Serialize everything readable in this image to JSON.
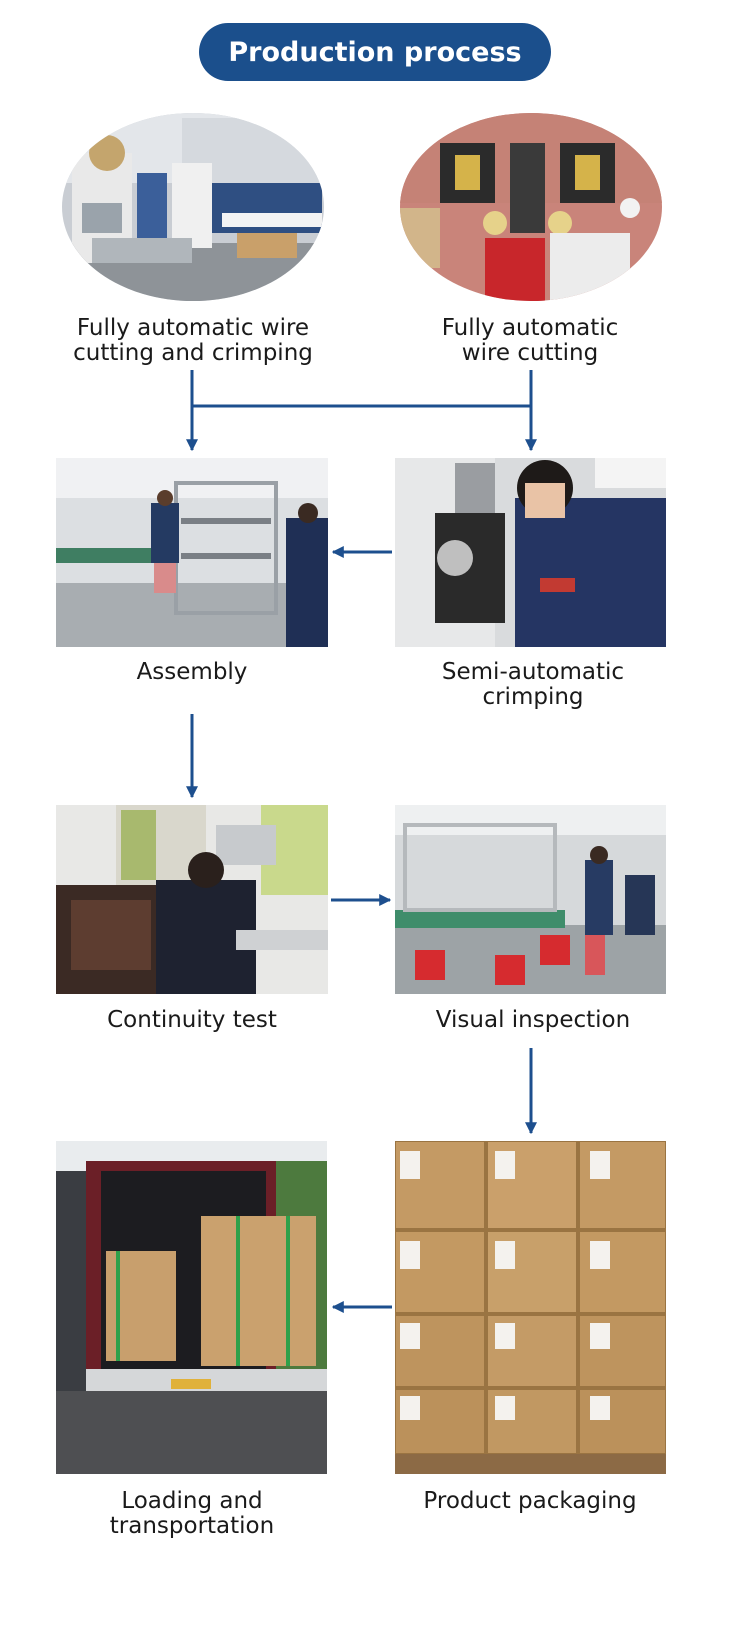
{
  "title": "Production process",
  "colors": {
    "accent": "#1b4f8c",
    "arrow": "#1d4f8e"
  },
  "steps": [
    {
      "id": "fully-auto-cut-crimp",
      "caption": "Fully automatic wire\ncutting and crimping",
      "photo": "factory-machine-line-photo"
    },
    {
      "id": "fully-auto-cut",
      "caption": "Fully automatic\nwire cutting",
      "photo": "wire-cutting-machine-photo"
    },
    {
      "id": "assembly",
      "caption": "Assembly",
      "photo": "assembly-workshop-photo"
    },
    {
      "id": "semi-auto-crimp",
      "caption": "Semi-automatic\ncrimping",
      "photo": "crimping-worker-photo"
    },
    {
      "id": "continuity-test",
      "caption": "Continuity test",
      "photo": "continuity-test-photo"
    },
    {
      "id": "visual-inspection",
      "caption": "Visual inspection",
      "photo": "inspection-workshop-photo"
    },
    {
      "id": "loading",
      "caption": "Loading and\ntransportation",
      "photo": "truck-loading-photo"
    },
    {
      "id": "packaging",
      "caption": "Product packaging",
      "photo": "carton-boxes-photo"
    }
  ],
  "flow": [
    {
      "from": "fully-auto-cut-crimp",
      "to": "assembly"
    },
    {
      "from": "fully-auto-cut",
      "to": "semi-auto-crimp"
    },
    {
      "from": "semi-auto-crimp",
      "to": "assembly"
    },
    {
      "from": "assembly",
      "to": "continuity-test"
    },
    {
      "from": "continuity-test",
      "to": "visual-inspection"
    },
    {
      "from": "visual-inspection",
      "to": "packaging"
    },
    {
      "from": "packaging",
      "to": "loading"
    }
  ]
}
